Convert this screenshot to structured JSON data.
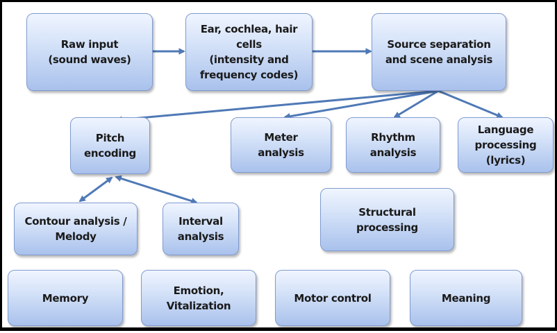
{
  "diagram": {
    "nodes": {
      "raw_input": "Raw input\n(sound waves)",
      "ear": "Ear, cochlea, hair\ncells\n(intensity and\nfrequency codes)",
      "source_separation": "Source separation\nand scene analysis",
      "pitch_encoding": "Pitch\nencoding",
      "meter_analysis": "Meter\nanalysis",
      "rhythm_analysis": "Rhythm\nanalysis",
      "language_processing": "Language\nprocessing\n(lyrics)",
      "contour_analysis": "Contour analysis /\nMelody",
      "interval_analysis": "Interval\nanalysis",
      "structural_processing": "Structural\nprocessing",
      "memory": "Memory",
      "emotion": "Emotion,\nVitalization",
      "motor_control": "Motor control",
      "meaning": "Meaning"
    },
    "colors": {
      "arrow": "#4f79b6",
      "node_border": "#7f9bd0",
      "node_fill_top": "#f0f5ff",
      "node_fill_bottom": "#a9c1ec",
      "frame": "#000000"
    }
  }
}
